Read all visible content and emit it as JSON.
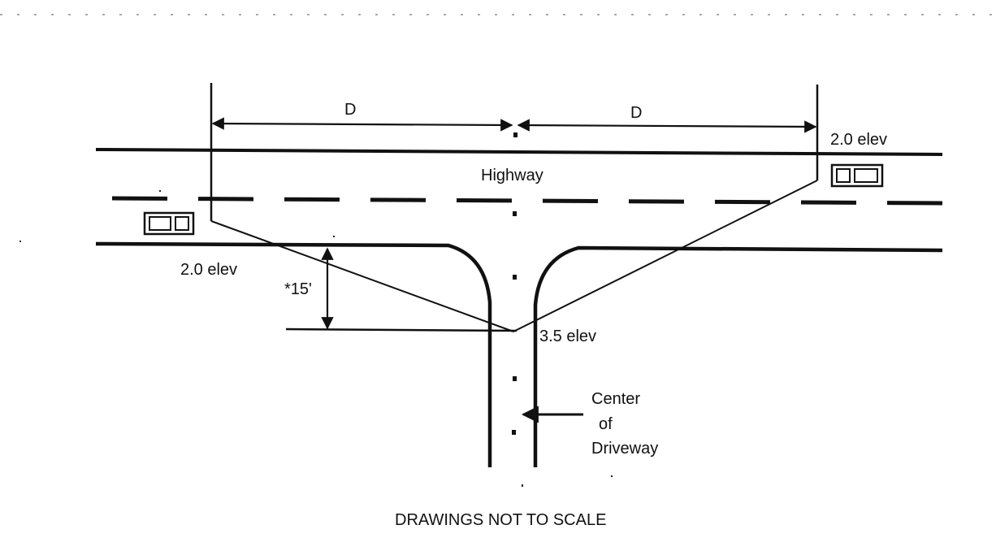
{
  "labels": {
    "dimension_left": "D",
    "dimension_right": "D",
    "highway": "Highway",
    "elevation_right": "2.0 elev",
    "elevation_left": "2.0 elev",
    "offset": "*15'",
    "elevation_driveway": "3.5 elev",
    "center_line1": "Center",
    "center_line2": "of",
    "center_line3": "Driveway",
    "note": "DRAWINGS NOT TO SCALE"
  },
  "colors": {
    "ink": "#111111",
    "background": "#ffffff"
  },
  "icons": {
    "left_vehicle": "car-icon",
    "right_vehicle": "car-icon"
  }
}
